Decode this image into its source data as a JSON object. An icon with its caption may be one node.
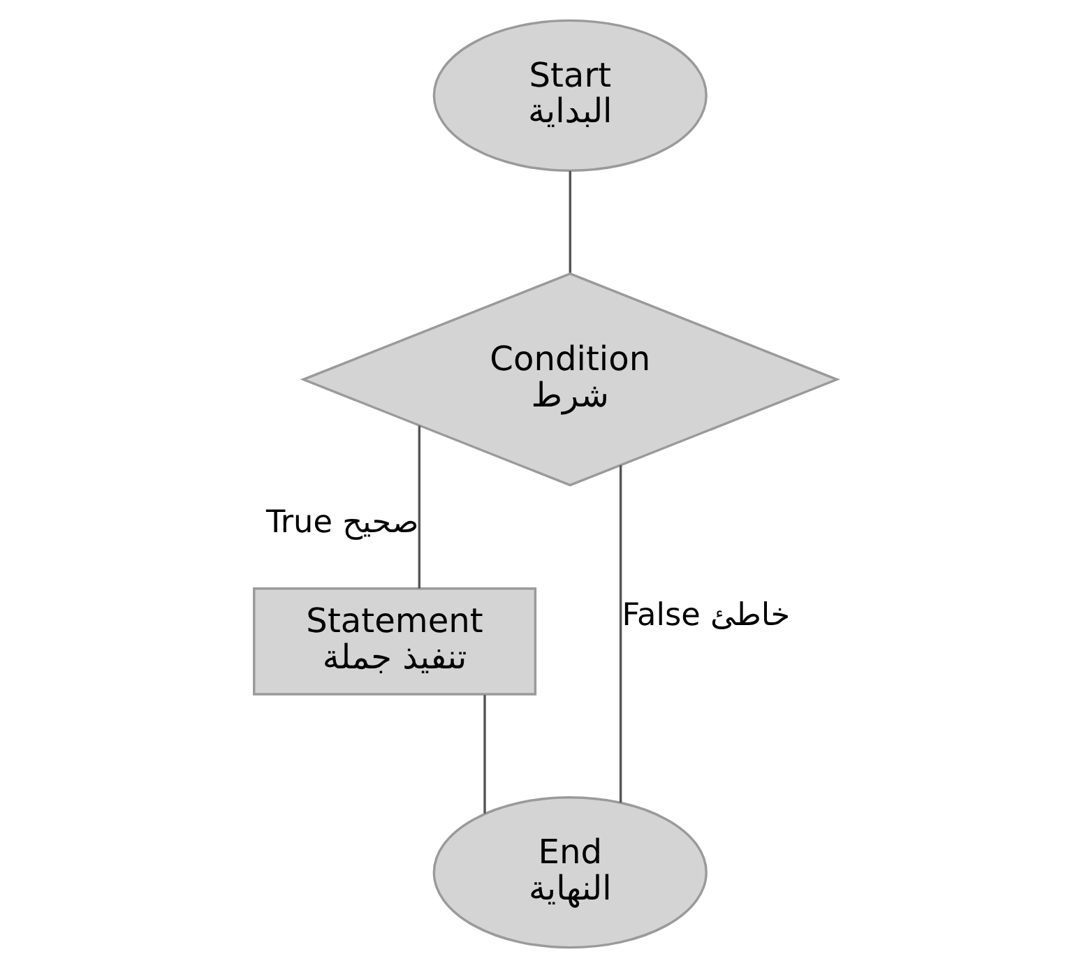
{
  "diagram": {
    "nodes": [
      {
        "text": [
          "Start",
          "البداية"
        ]
      },
      {
        "text": [
          "Condition",
          "شرط"
        ]
      },
      {
        "text": [
          "Statement",
          "تنفيذ جملة"
        ]
      },
      {
        "text": [
          "End",
          "النهاية"
        ]
      }
    ],
    "edges": [
      {
        "from": 0,
        "to": 1,
        "arrow": "none"
      },
      {
        "from": 1,
        "to": 2,
        "arrow": "none",
        "label": "True صحيح"
      },
      {
        "from": 2,
        "to": 3,
        "arrow": "none"
      },
      {
        "from": 1,
        "to": 3,
        "arrow": "none",
        "label": "False خاطئ"
      }
    ]
  }
}
